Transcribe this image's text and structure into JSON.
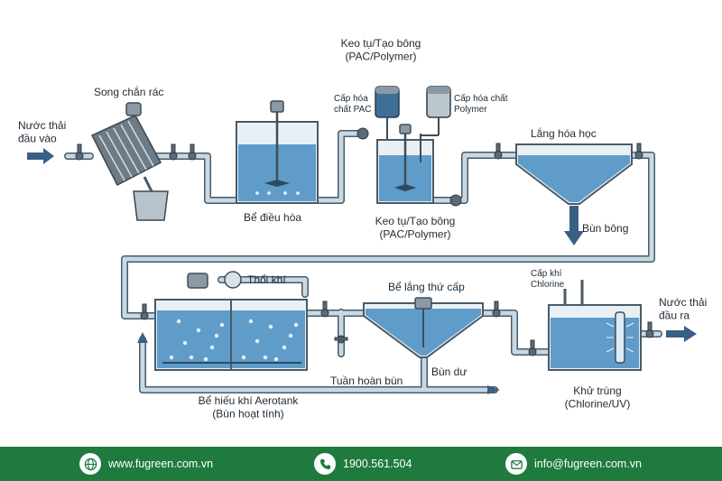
{
  "diagram": {
    "inlet_label": "Nước thải\nđầu vào",
    "screen_label": "Song chắn rác",
    "equalization_label": "Bể điều hòa",
    "coag_top_label": "Keo tụ/Tạo bông\n(PAC/Polymer)",
    "pac_chem_label": "Cấp hóa\nchất PAC",
    "polymer_chem_label": "Cấp hóa chất\nPolymer",
    "coag_bottom_label": "Keo tụ/Tạo bông\n(PAC/Polymer)",
    "chem_settling_label": "Lắng hóa học",
    "chem_sludge_label": "Bùn bông",
    "blower_label": "Thổi khí",
    "aerotank_label": "Bể hiếu khí Aerotank\n(Bùn hoạt tính)",
    "secondary_clarifier_label": "Bể lắng thứ cấp",
    "excess_sludge_label": "Bùn dư",
    "return_sludge_label": "Tuần hoàn bùn",
    "chlorine_supply_label": "Cấp khí\nChlorine",
    "disinfection_label": "Khử trùng\n(Chlorine/UV)",
    "outlet_label": "Nước thải\nđầu ra"
  },
  "footer": {
    "website": "www.fugreen.com.vn",
    "phone": "1900.561.504",
    "email": "info@fugreen.com.vn"
  },
  "colors": {
    "footer_bg": "#1f7a3e",
    "water": "#5f9cc9",
    "pipe": "#4a5a66",
    "flow_arrow": "#3a5f86"
  }
}
